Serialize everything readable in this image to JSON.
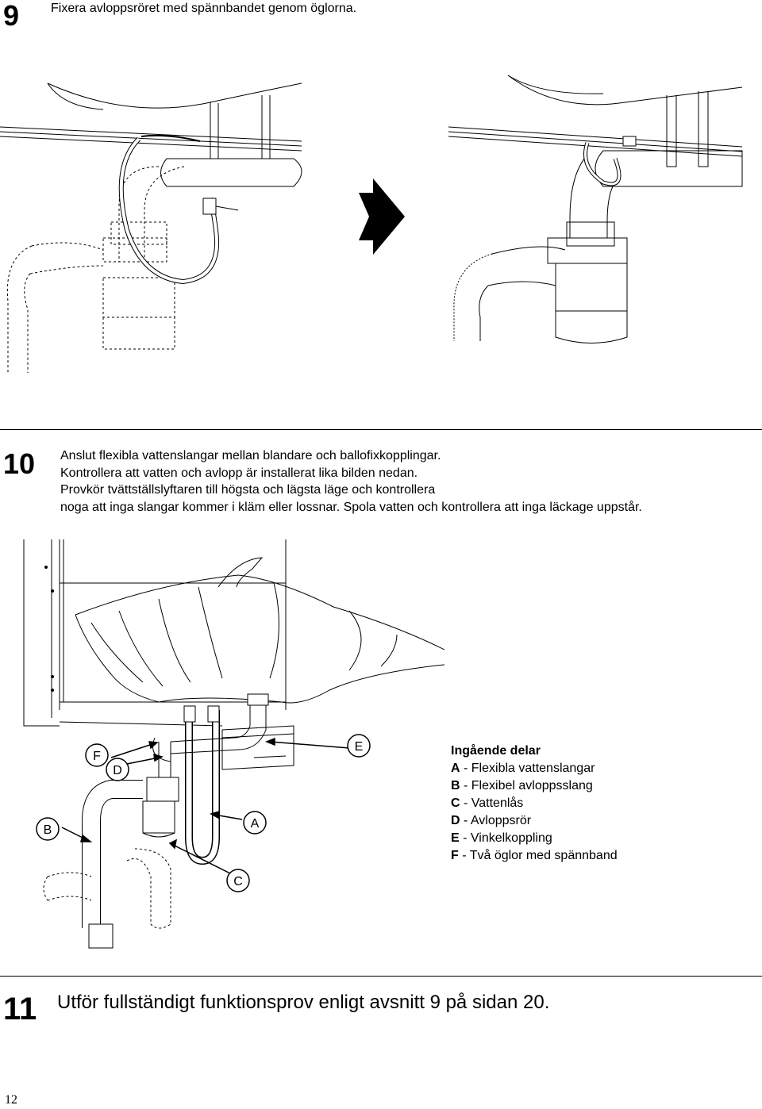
{
  "step9": {
    "number": "9",
    "text": "Fixera avloppsröret med spännbandet genom öglorna."
  },
  "step10": {
    "number": "10",
    "lines": [
      "Anslut flexibla vattenslangar mellan blandare och ballofixkopplingar.",
      "Kontrollera att vatten och avlopp är installerat lika bilden nedan.",
      "Provkör tvättställslyftaren till högsta och lägsta läge och kontrollera",
      "noga att inga slangar kommer i kläm eller lossnar. Spola vatten och kontrollera att inga läckage uppstår."
    ]
  },
  "diagram": {
    "callouts": [
      "F",
      "D",
      "E",
      "B",
      "A",
      "C"
    ]
  },
  "parts": {
    "title": "Ingående delar",
    "items": [
      {
        "key": "A",
        "desc": " - Flexibla vattenslangar"
      },
      {
        "key": "B",
        "desc": " - Flexibel avloppsslang"
      },
      {
        "key": "C",
        "desc": " - Vattenlås"
      },
      {
        "key": "D",
        "desc": " - Avloppsrör"
      },
      {
        "key": "E",
        "desc": " - Vinkelkoppling"
      },
      {
        "key": "F",
        "desc": " - Två öglor med spännband"
      }
    ]
  },
  "step11": {
    "number": "11",
    "text": "Utför fullständigt funktionsprov enligt avsnitt 9 på sidan 20."
  },
  "page_number": "12"
}
